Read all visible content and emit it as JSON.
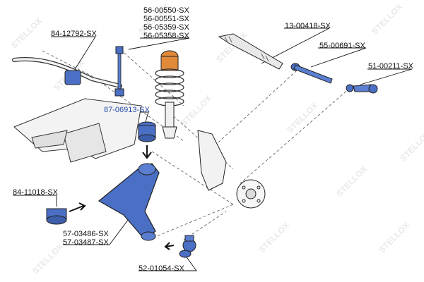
{
  "watermark": "STELLOX",
  "parts": {
    "stabilizer_link": [
      "56-00550-SX",
      "56-00551-SX",
      "56-05359-SX",
      "56-05358-SX"
    ],
    "stabilizer_bushing": "84-12792-SX",
    "steering_rack": "13-00418-SX",
    "tie_rod": "55-00691-SX",
    "tie_rod_end": "51-00211-SX",
    "strut_mount": "87-06913-SX",
    "arm_bushing": "84-11018-SX",
    "control_arm": [
      "57-03486-SX",
      "57-03487-SX"
    ],
    "ball_joint": "52-01054-SX"
  },
  "colors": {
    "highlight_label": "#2b4fa8",
    "part_blue": "#4a6fc4",
    "spring_orange": "#e08a3a",
    "outline": "#222222",
    "watermark": "#e9e9e9"
  }
}
